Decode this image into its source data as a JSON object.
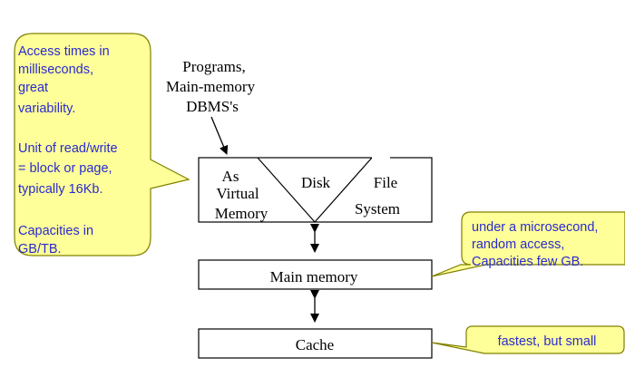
{
  "left_callout": {
    "lines": [
      "Access times in",
      "milliseconds,",
      "great",
      "variability.",
      "Unit of read/write",
      "= block or page,",
      "typically 16Kb.",
      "Capacities in",
      "GB/TB."
    ]
  },
  "programs_label": [
    "Programs,",
    "Main-memory",
    "DBMS's"
  ],
  "disk_box": {
    "left_label": [
      "As",
      "Virtual",
      "Memory"
    ],
    "center_label": "Disk",
    "right_label": [
      "File",
      "System"
    ]
  },
  "main_memory_label": "Main memory",
  "cache_label": "Cache",
  "main_memory_callout": {
    "lines": [
      "under a microsecond,",
      "random access,",
      "Capacities few GB."
    ]
  },
  "cache_callout": {
    "text": "fastest, but small"
  },
  "colors": {
    "callout_fill": "#ffff99",
    "callout_stroke": "#808000",
    "callout_text": "#2a2ad0"
  }
}
